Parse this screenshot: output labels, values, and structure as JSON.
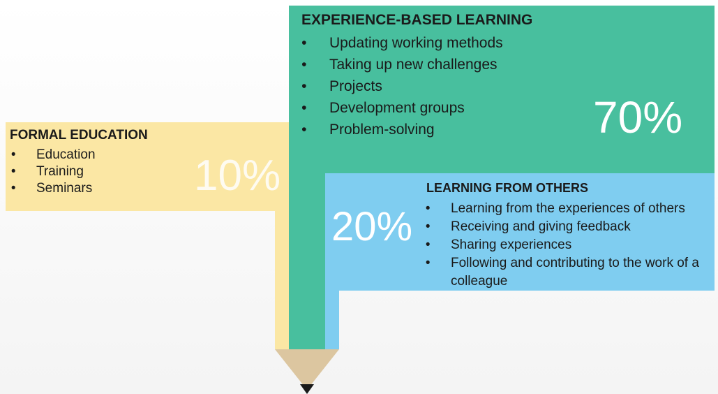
{
  "sections": {
    "formal": {
      "heading": "FORMAL EDUCATION",
      "percent": "10%",
      "items": [
        "Education",
        "Training",
        "Seminars"
      ],
      "color": "#fbe7a4"
    },
    "experience": {
      "heading": "EXPERIENCE-BASED LEARNING",
      "percent": "70%",
      "items": [
        "Updating working methods",
        "Taking up new challenges",
        "Projects",
        "Development groups",
        "Problem-solving"
      ],
      "color": "#48bf9e"
    },
    "others": {
      "heading": "LEARNING FROM OTHERS",
      "percent": "20%",
      "items": [
        "Learning from the experiences of others",
        "Receiving and giving feedback",
        "Sharing experiences",
        "Following and contributing to the work of a colleague"
      ],
      "color": "#7fcdf0"
    }
  },
  "colors": {
    "pencil_wood": "#dcc6a0",
    "pencil_lead": "#1a1a1a"
  },
  "icons": [
    "pencil-tip-icon"
  ]
}
